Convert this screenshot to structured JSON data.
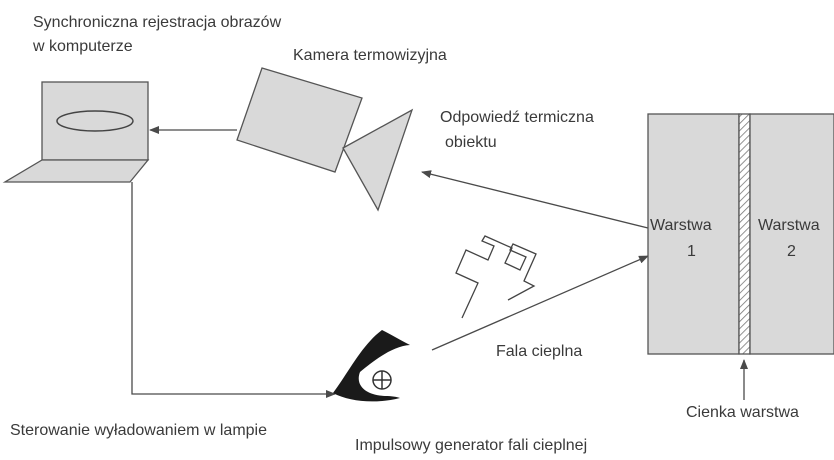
{
  "labels": {
    "sync_line1": "Synchroniczna rejestracja obrazów",
    "sync_line2": "w komputerze",
    "camera": "Kamera termowizyjna",
    "response_line1": "Odpowiedź termiczna",
    "response_line2": "obiektu",
    "layer1_line1": "Warstwa",
    "layer1_line2": "1",
    "layer2_line1": "Warstwa",
    "layer2_line2": "2",
    "heat_wave": "Fala cieplna",
    "control": "Sterowanie wyładowaniem w lampie",
    "generator": "Impulsowy generator fali cieplnej",
    "thin_layer": "Cienka warstwa"
  },
  "colors": {
    "fill_gray": "#d9d9d9",
    "stroke": "#555555",
    "text": "#3a3a3a",
    "lamp": "#1a1a1a"
  }
}
